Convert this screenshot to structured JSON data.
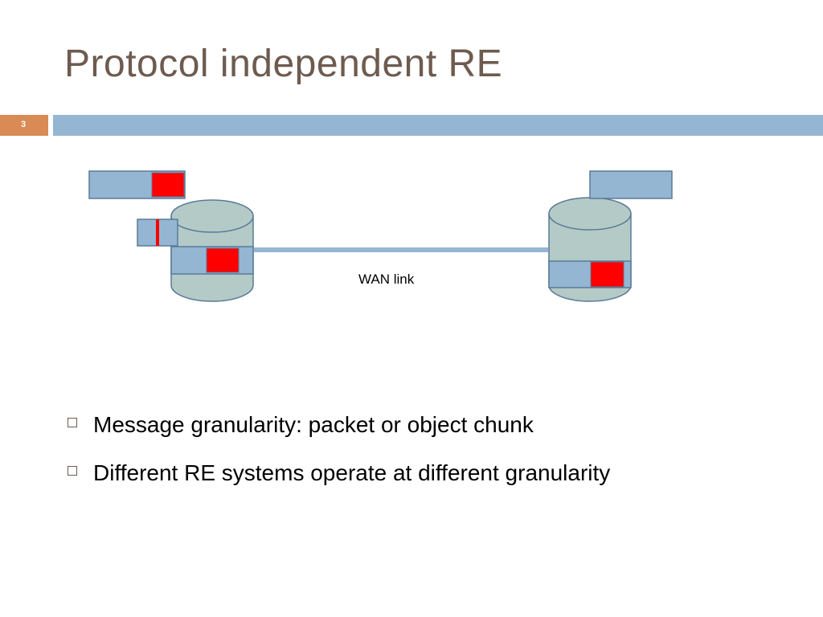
{
  "slide": {
    "title": "Protocol independent RE",
    "page_number": "3"
  },
  "diagram": {
    "link_label": "WAN link",
    "colors": {
      "cylinder": "#b4cac6",
      "block": "#94b6d2",
      "redundant_chunk": "#ff0000",
      "link": "#94b6d2",
      "outline": "#5a7a99"
    }
  },
  "bullets": [
    {
      "text": "Message granularity: packet or object chunk"
    },
    {
      "text": "Different RE systems operate at different granularity"
    }
  ]
}
